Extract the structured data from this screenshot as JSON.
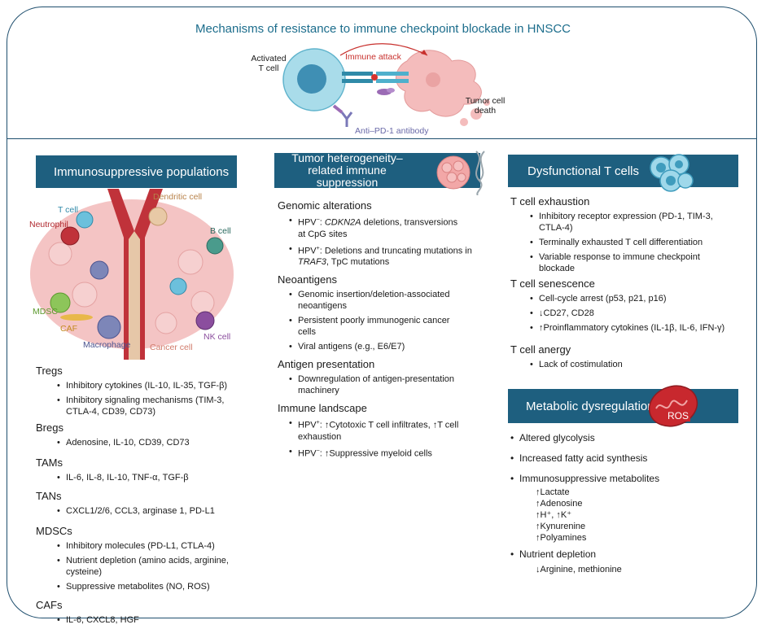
{
  "title": "Mechanisms of resistance to immune checkpoint blockade in HNSCC",
  "top_diagram": {
    "activated_t_cell": "Activated\nT cell",
    "immune_attack": "Immune attack",
    "tumor_cell_death": "Tumor cell\ndeath",
    "antibody": "Anti–PD-1 antibody"
  },
  "left": {
    "banner": "Immunosuppressive populations",
    "labels": {
      "t_cell": "T cell",
      "neutrophil": "Neutrophil",
      "dendritic": "Dendritic cell",
      "b_cell": "B cell",
      "mdsc": "MDSC",
      "caf": "CAF",
      "macrophage": "Macrophage",
      "nk_cell": "NK cell",
      "cancer_cell": "Cancer cell"
    },
    "groups": [
      {
        "heading": "Tregs",
        "items": [
          "Inhibitory cytokines (IL-10, IL-35, TGF-β)",
          "Inhibitory signaling mechanisms (TIM-3, CTLA-4, CD39, CD73)"
        ]
      },
      {
        "heading": "Bregs",
        "items": [
          "Adenosine, IL-10, CD39, CD73"
        ]
      },
      {
        "heading": "TAMs",
        "items": [
          "IL-6, IL-8, IL-10, TNF-α, TGF-β"
        ]
      },
      {
        "heading": "TANs",
        "items": [
          "CXCL1/2/6, CCL3, arginase 1, PD-L1"
        ]
      },
      {
        "heading": "MDSCs",
        "items": [
          "Inhibitory molecules (PD-L1, CTLA-4)",
          "Nutrient depletion (amino acids, arginine, cysteine)",
          "Suppressive metabolites (NO, ROS)"
        ]
      },
      {
        "heading": "CAFs",
        "items": [
          "IL-6, CXCL8, HGF"
        ]
      }
    ]
  },
  "middle": {
    "banner": "Tumor heterogeneity–related immune suppression",
    "sections": [
      {
        "heading": "Genomic alterations",
        "items": [
          {
            "pre": "HPV",
            "sup": "−",
            "mid": ": ",
            "em": "CDKN2A",
            "post": " deletions, transversions at CpG sites"
          },
          {
            "pre": "HPV",
            "sup": "+",
            "mid": ": Deletions and truncating mutations in ",
            "em": "TRAF3",
            "post": ", TpC mutations"
          }
        ]
      },
      {
        "heading": "Neoantigens",
        "items": [
          {
            "pre": "Genomic insertion/deletion-associated neoantigens"
          },
          {
            "pre": "Persistent poorly immunogenic cancer cells"
          },
          {
            "pre": "Viral antigens (e.g., E6/E7)"
          }
        ]
      },
      {
        "heading": "Antigen presentation",
        "items": [
          {
            "pre": "Downregulation of antigen-presentation machinery"
          }
        ]
      },
      {
        "heading": "Immune landscape",
        "items": [
          {
            "pre": "HPV",
            "sup": "+",
            "mid": ": ↑Cytotoxic T cell infiltrates, ↑T cell exhaustion"
          },
          {
            "pre": "HPV",
            "sup": "−",
            "mid": ": ↑Suppressive myeloid cells"
          }
        ]
      }
    ]
  },
  "right": {
    "banner1": "Dysfunctional T cells",
    "sections": [
      {
        "heading": "T cell exhaustion",
        "items": [
          "Inhibitory receptor expression (PD-1, TIM-3, CTLA-4)",
          "Terminally exhausted T cell differentiation",
          "Variable response to immune checkpoint blockade"
        ]
      },
      {
        "heading": "T cell senescence",
        "items": [
          "Cell-cycle arrest (p53, p21, p16)",
          "↓CD27, CD28",
          "↑Proinflammatory cytokines (IL-1β, IL-6, IFN-γ)"
        ]
      },
      {
        "heading": "T cell anergy",
        "items": [
          "Lack of costimulation"
        ]
      }
    ],
    "banner2": "Metabolic dysregulation",
    "ros": "ROS",
    "metabolic": [
      {
        "label": "Altered glycolysis",
        "subs": []
      },
      {
        "label": "Increased fatty acid synthesis",
        "subs": []
      },
      {
        "label": "Immunosuppressive metabolites",
        "subs": [
          "↑Lactate",
          "↑Adenosine",
          "↑H⁺, ↑K⁺",
          "↑Kynurenine",
          "↑Polyamines"
        ]
      },
      {
        "label": "Nutrient depletion",
        "subs": [
          "↓Arginine, methionine"
        ]
      }
    ]
  },
  "colors": {
    "frame": "#1f4f6e",
    "banner": "#1e5f7f",
    "title": "#1c6d8c",
    "t_cell": "#78c3d9",
    "tumor": "#f2b3b3",
    "vessel": "#c0323a",
    "ros": "#c8282e",
    "attack": "#c8302d"
  }
}
